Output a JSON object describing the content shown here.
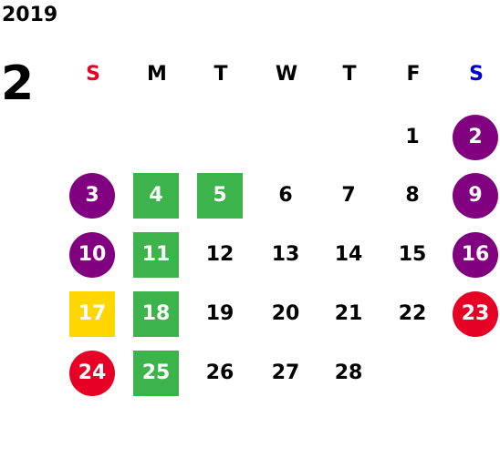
{
  "calendar": {
    "year": "2019",
    "month": "2",
    "weekdays": [
      {
        "label": "S",
        "color": "#e60026"
      },
      {
        "label": "M",
        "color": "#000000"
      },
      {
        "label": "T",
        "color": "#000000"
      },
      {
        "label": "W",
        "color": "#000000"
      },
      {
        "label": "T",
        "color": "#000000"
      },
      {
        "label": "F",
        "color": "#000000"
      },
      {
        "label": "S",
        "color": "#0000cc"
      }
    ],
    "weeks": [
      [
        null,
        null,
        null,
        null,
        null,
        {
          "day": "1",
          "mark": "none"
        },
        {
          "day": "2",
          "mark": "purple-circle"
        }
      ],
      [
        {
          "day": "3",
          "mark": "purple-circle"
        },
        {
          "day": "4",
          "mark": "green-square"
        },
        {
          "day": "5",
          "mark": "green-square"
        },
        {
          "day": "6",
          "mark": "none"
        },
        {
          "day": "7",
          "mark": "none"
        },
        {
          "day": "8",
          "mark": "none"
        },
        {
          "day": "9",
          "mark": "purple-circle"
        }
      ],
      [
        {
          "day": "10",
          "mark": "purple-circle"
        },
        {
          "day": "11",
          "mark": "green-square"
        },
        {
          "day": "12",
          "mark": "none"
        },
        {
          "day": "13",
          "mark": "none"
        },
        {
          "day": "14",
          "mark": "none"
        },
        {
          "day": "15",
          "mark": "none"
        },
        {
          "day": "16",
          "mark": "purple-circle"
        }
      ],
      [
        {
          "day": "17",
          "mark": "yellow-square"
        },
        {
          "day": "18",
          "mark": "green-square"
        },
        {
          "day": "19",
          "mark": "none"
        },
        {
          "day": "20",
          "mark": "none"
        },
        {
          "day": "21",
          "mark": "none"
        },
        {
          "day": "22",
          "mark": "none"
        },
        {
          "day": "23",
          "mark": "red-circle"
        }
      ],
      [
        {
          "day": "24",
          "mark": "red-circle"
        },
        {
          "day": "25",
          "mark": "green-square"
        },
        {
          "day": "26",
          "mark": "none"
        },
        {
          "day": "27",
          "mark": "none"
        },
        {
          "day": "28",
          "mark": "none"
        },
        null,
        null
      ]
    ]
  }
}
